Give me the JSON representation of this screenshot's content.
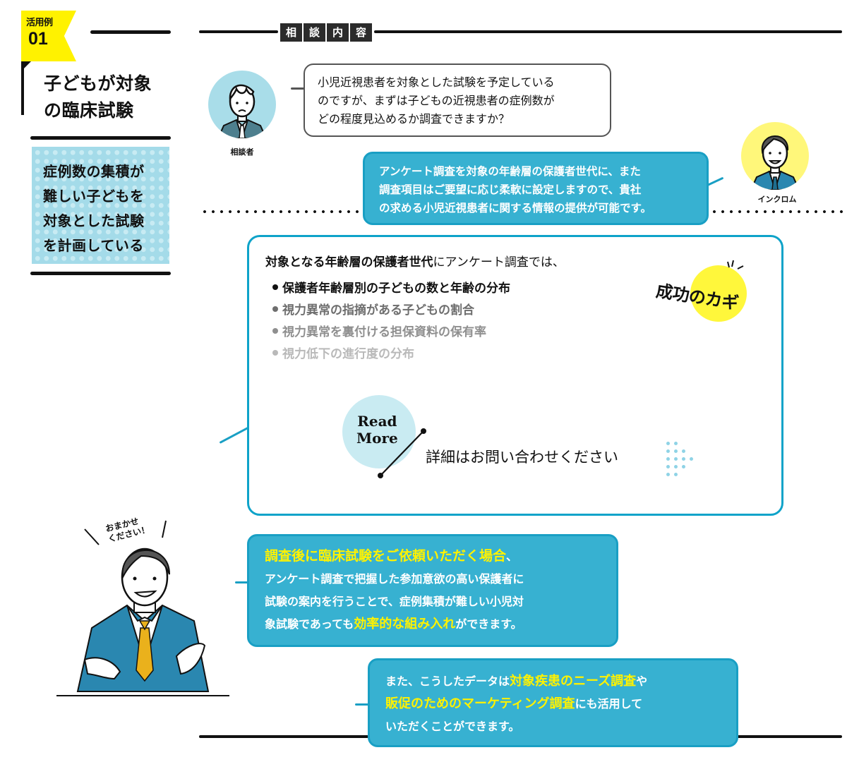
{
  "case": {
    "label": "活用例",
    "number": "01",
    "title_lines": [
      "子どもが対象",
      "の臨床試験"
    ],
    "issue_lines": [
      "症例数の集積が",
      "難しい子どもを",
      "対象とした試験",
      "を計画している"
    ]
  },
  "section": {
    "badge_chars": [
      "相",
      "談",
      "内",
      "容"
    ]
  },
  "consultant": {
    "label": "相談者",
    "question_lines": [
      "小児近視患者を対象とした試験を予定している",
      "のですが、まずは子どもの近視患者の症例数が",
      "どの程度見込めるか調査できますか？"
    ]
  },
  "company": {
    "label": "インクロム",
    "answer_lines": [
      "アンケート調査を対象の年齢層の保護者世代に、また",
      "調査項目はご要望に応じ柔軟に設定しますので、貴社",
      "の求める小児近視患者に関する情報の提供が可能です。"
    ]
  },
  "key_box": {
    "lead_bold": "対象となる年齢層の保護者世代",
    "lead_rest": "にアンケート調査では、",
    "items": [
      {
        "text": "保護者年齢層別の子どもの数と年齢の分布",
        "color": "#111111"
      },
      {
        "text": "視力異常の指摘がある子どもの割合",
        "color": "#6e6e6e"
      },
      {
        "text": "視力異常を裏付ける担保資料の保有率",
        "color": "#8f8f8f"
      },
      {
        "text": "視力低下の進行度の分布",
        "color": "#b9b9b9"
      }
    ],
    "success_key": "成功のカギ",
    "read_more_line1": "Read",
    "read_more_line2": "More",
    "contact": "詳細はお問い合わせください"
  },
  "staff": {
    "speech_line1": "おまかせ",
    "speech_line2": "ください！"
  },
  "result1": {
    "heading": "調査後に臨床試験をご依頼いただく場合",
    "heading_punct": "、",
    "line2": "アンケート調査で把握した参加意欲の高い保護者に",
    "line3": "試験の案内を行うことで、症例集積が難しい小児対",
    "line4_pre": "象試験であっても",
    "line4_hl": "効率的な組み入れ",
    "line4_post": "ができます。"
  },
  "result2": {
    "line1_pre": "また、こうしたデータは",
    "line1_hl": "対象疾患のニーズ調査",
    "line1_post": "や",
    "line2_hl": "販促のためのマーケティング調査",
    "line2_post": "にも活用して",
    "line3": "いただくことができます。"
  },
  "colors": {
    "accent_yellow": "#fff200",
    "bubble_blue": "#37b1d1",
    "border_blue": "#0ea3c9",
    "dot_blue": "#a4dbe9"
  }
}
